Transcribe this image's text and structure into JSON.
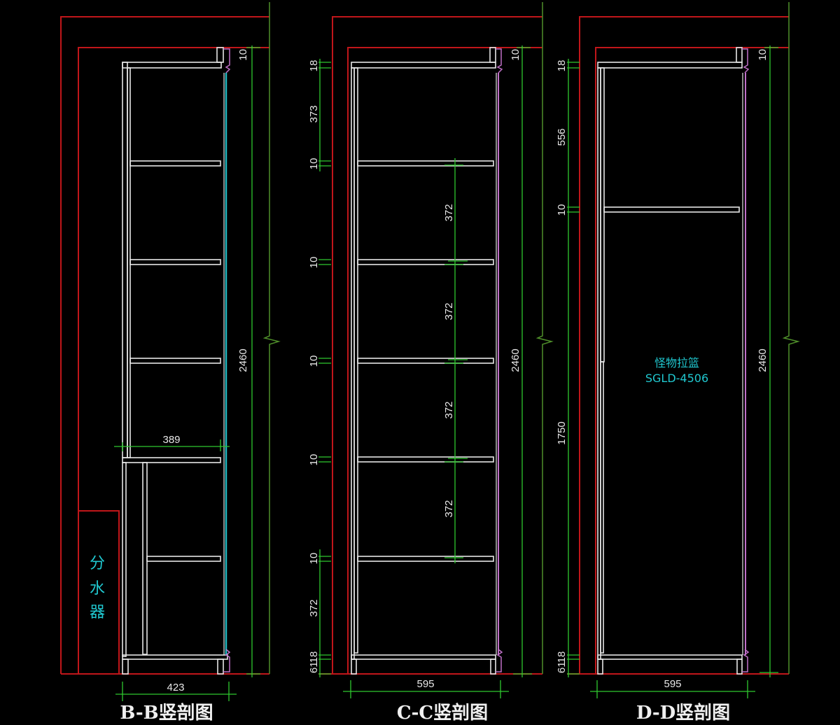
{
  "drawing": {
    "colors": {
      "background": "#000000",
      "wall": "#c0161a",
      "cabinet": "#e6e6e6",
      "dimension": "#2fc82f",
      "dimension_dark": "#4f8f2a",
      "glass": "#20b8c0",
      "door": "#c070c8",
      "note": "#20c8d0"
    },
    "sections": [
      {
        "id": "B-B",
        "title": "B-B竖剖图",
        "width_label": "423",
        "inner_width_label": "389",
        "height_label": "2460",
        "top_gap_label": "10",
        "note_label": "分水器",
        "note_chars": [
          "分",
          "水",
          "器"
        ]
      },
      {
        "id": "C-C",
        "title": "C-C竖剖图",
        "width_label": "595",
        "height_label": "2460",
        "top_gap_label": "10",
        "left_chain": {
          "top": [
            "18",
            "373",
            "10"
          ],
          "shelf_marks": [
            "10",
            "10",
            "10"
          ],
          "bottom": [
            "10",
            "372",
            "18",
            "61"
          ]
        },
        "shelf_spacing_labels": [
          "372",
          "372",
          "372",
          "372"
        ]
      },
      {
        "id": "D-D",
        "title": "D-D竖剖图",
        "width_label": "595",
        "height_label": "2460",
        "top_gap_label": "10",
        "left_chain": {
          "top": [
            "18",
            "556",
            "10"
          ],
          "bottom": [
            "1750",
            "18",
            "61"
          ]
        },
        "note_label": "怪物拉篮",
        "note_model": "SGLD-4506"
      }
    ]
  }
}
